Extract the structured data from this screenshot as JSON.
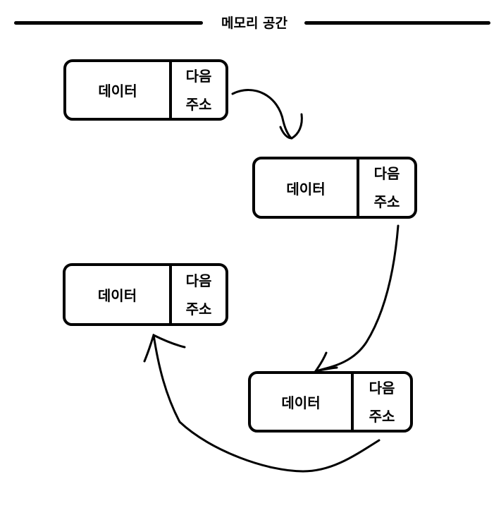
{
  "title": "메모리 공간",
  "nodes": [
    {
      "data_label": "데이터",
      "next_label_1": "다음",
      "next_label_2": "주소"
    },
    {
      "data_label": "데이터",
      "next_label_1": "다음",
      "next_label_2": "주소"
    },
    {
      "data_label": "데이터",
      "next_label_1": "다음",
      "next_label_2": "주소"
    },
    {
      "data_label": "데이터",
      "next_label_1": "다음",
      "next_label_2": "주소"
    }
  ],
  "colors": {
    "ink": "#000000",
    "background": "#ffffff"
  }
}
